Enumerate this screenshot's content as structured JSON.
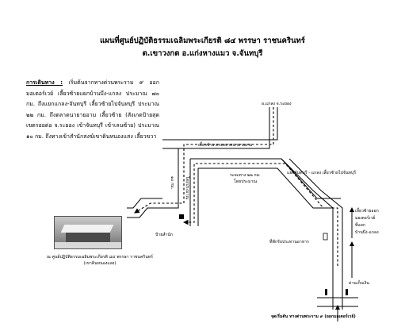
{
  "title": {
    "line1": "แผนที่ศูนย์ปฏิบัติธรรมเฉลิมพระเกียรติ ๘๔ พรรษา ราชนครินทร์",
    "line2": "ต.เขาวงกต อ.แก่งหางแมว จ.จันทบุรี"
  },
  "directions": {
    "heading": "การเดินทาง :",
    "text": "เริ่มต้นจากทางด่วนพระราม ๙ ออกมอเตอร์เวย์ เลี้ยวซ้ายแยกบ้านบึง-แกลง ประมาณ ๗๐ กม. ถึงแยกแกลง-จันทบุรี เลี้ยวซ้ายไปจันทบุรี ประมาณ ๒๒ กม. ถึงตลาดนายายอาม เลี้ยวซ้าย (สังเกตป้ายสุดเขตรอยต่อ จ.ระยอง เข้าจันทบุรี เข้าเลนซ้าย) ประมาณ ๑๐ กม. ถึงทางเข้าสำนักสงฆ์เขาดินหนองแสง เลี้ยวขวา"
  },
  "map_labels": {
    "rayong": "อ.แกลง จ.ระยอง",
    "turn_left_market": "เลี้ยวซ้าย ตรงตลาดนายายอาม",
    "junction_chanthaburi": "แยกจันทบุรี - แกลง เลี้ยวซ้ายไปจันทบุรี",
    "distance_22": "ระยะทาง ๒๒ กม.",
    "distance_approx": "โดยประมาณ",
    "distance_10": "๑๐ กม.",
    "distance_10_approx": "โดยประมาณ",
    "office_sign": "ป้ายสำนัก",
    "police_box": "ที่พักรับประทานอาหาร",
    "exit_left_1": "เลี้ยวซ้ายออก",
    "exit_left_2": "มอเตอร์เวย์",
    "exit_left_3": "ที่แยก",
    "exit_left_4": "บ้านบึง-แกลง",
    "toll": "ด่านเก็บเงิน",
    "start": "จุดเริ่มต้น ทางด่วนพระราม ๙ (ออกมอเตอร์เวย์)"
  },
  "photo": {
    "caption1": "ณ ศูนย์ปฏิบัติธรรมเฉลิมพระเกียรติ ๘๔ พรรษา ราชนครินทร์",
    "caption2": "(เขาดินหนองแสง)"
  }
}
